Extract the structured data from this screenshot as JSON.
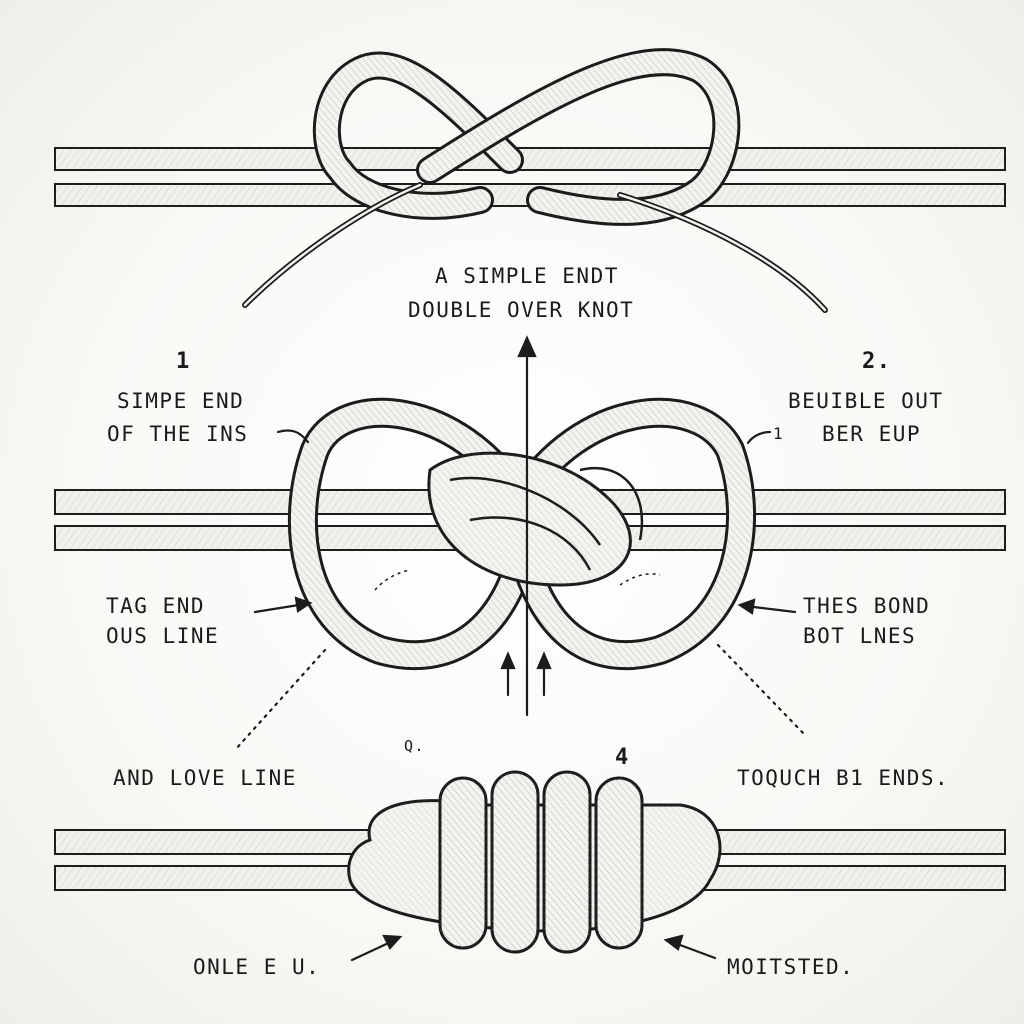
{
  "labels": {
    "center_title_line1": "A SIMPLE ENDT",
    "center_title_line2": "DOUBLE OVER KNOT",
    "step1_number": "1",
    "step1_line1": "SIMPE END",
    "step1_line2": "OF THE INS",
    "step2_number": "2.",
    "step2_line1": "BEUIBLE OUT",
    "step2_line2": "BER EUP",
    "step2_mark": "1",
    "tag_line1": "TAG END",
    "tag_line2": "OUS LINE",
    "bond_line1": "THES BOND",
    "bond_line2": "BOT LNES",
    "step3_number": "Q.",
    "step4_number": "4",
    "love_line": "AND LOVE LINE",
    "touch_line": "TOQUCH B1 ENDS.",
    "bottom_left": "ONLE E U.",
    "bottom_right": "MOITSTED."
  },
  "colors": {
    "ink": "#1c1c1c",
    "rope_fill": "#f3f3ef",
    "background": "#fbfbf9"
  }
}
